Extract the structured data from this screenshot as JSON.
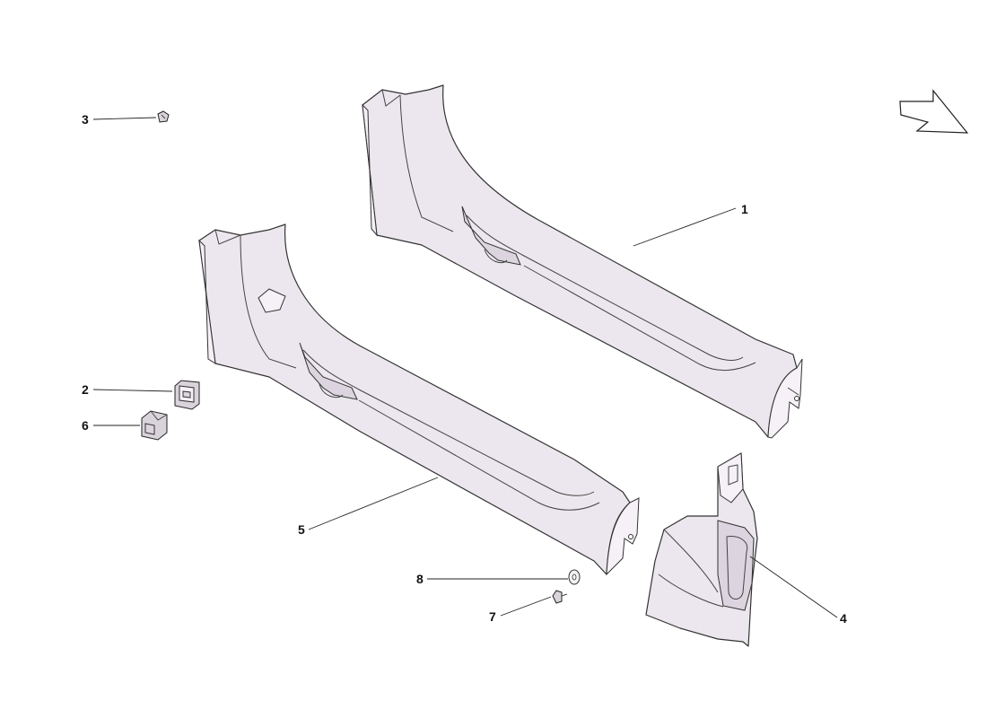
{
  "callouts": [
    {
      "id": "1",
      "label": "1"
    },
    {
      "id": "2",
      "label": "2"
    },
    {
      "id": "3",
      "label": "3"
    },
    {
      "id": "4",
      "label": "4"
    },
    {
      "id": "5",
      "label": "5"
    },
    {
      "id": "6",
      "label": "6"
    },
    {
      "id": "7",
      "label": "7"
    },
    {
      "id": "8",
      "label": "8"
    }
  ],
  "colors": {
    "part_fill": "#ece7ee",
    "stroke": "#333333",
    "background": "#ffffff"
  },
  "icons": {
    "direction": "direction-arrow-icon"
  }
}
